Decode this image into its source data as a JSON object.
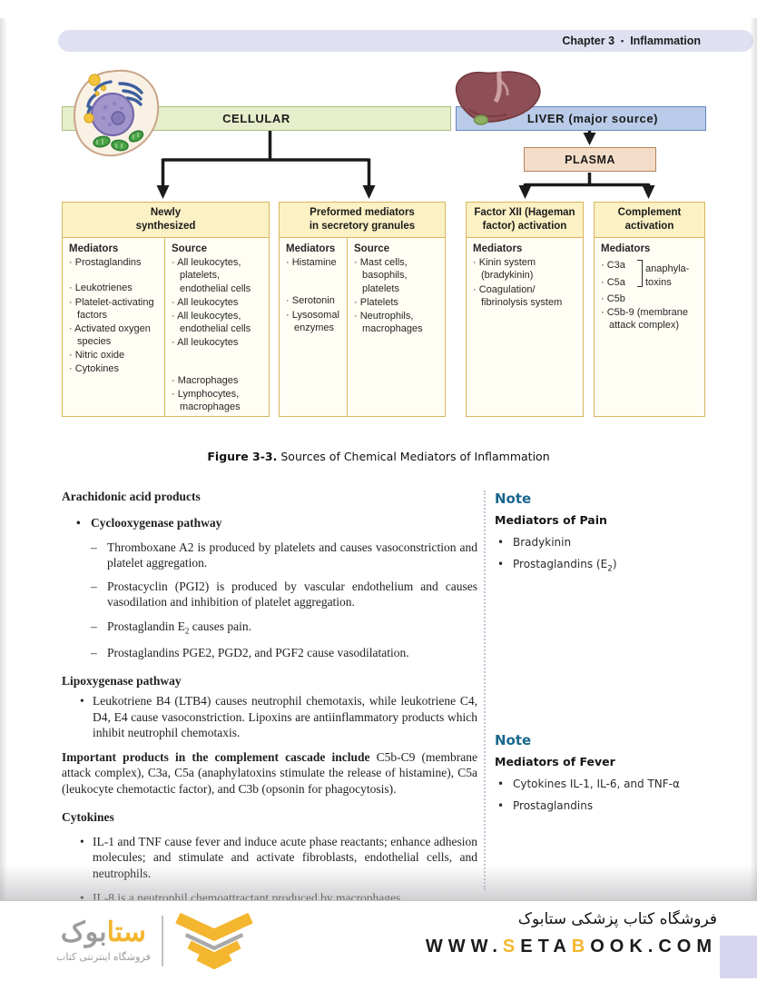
{
  "header": {
    "chapter": "Chapter 3",
    "separator": "•",
    "title": "Inflammation"
  },
  "figure": {
    "cellular_label": "CELLULAR",
    "liver_label": "LIVER (major source)",
    "plasma_label": "PLASMA",
    "boxes": [
      {
        "title_lines": [
          "Newly",
          "synthesized"
        ],
        "col1_header": "Mediators",
        "col2_header": "Source",
        "mediators": [
          "Prostaglandins",
          "Leukotrienes",
          "Platelet-activating factors",
          "Activated oxygen species",
          "Nitric oxide",
          "Cytokines"
        ],
        "sources": [
          "All leukocytes, platelets, endothelial cells",
          "All leukocytes",
          "All leukocytes, endothelial cells",
          "All leukocytes",
          "Macrophages",
          "Lymphocytes, macrophages"
        ]
      },
      {
        "title_lines": [
          "Preformed mediators",
          "in secretory granules"
        ],
        "col1_header": "Mediators",
        "col2_header": "Source",
        "mediators": [
          "Histamine",
          "Serotonin",
          "Lysosomal enzymes"
        ],
        "sources": [
          "Mast cells, basophils, platelets",
          "Platelets",
          "Neutrophils, macrophages"
        ]
      },
      {
        "title_lines": [
          "Factor XII (Hageman",
          "factor) activation"
        ],
        "col1_header": "Mediators",
        "mediators": [
          "Kinin system (bradykinin)",
          "Coagulation/ fibrinolysis system"
        ]
      },
      {
        "title_lines": [
          "Complement",
          "activation"
        ],
        "col1_header": "Mediators",
        "mediators": [
          "C3a",
          "C5a",
          "C5b",
          "C5b-9 (membrane attack complex)"
        ],
        "bracket_label_lines": [
          "anaphyla-",
          "toxins"
        ]
      }
    ],
    "caption": {
      "label": "Figure 3-3.",
      "text": "Sources of Chemical Mediators of Inflammation"
    }
  },
  "main": {
    "h_arachidonic": "Arachidonic acid products",
    "cyclo_heading": "Cyclooxygenase pathway",
    "dash_thromboxane": "Thromboxane A2 is produced by platelets and causes vasoconstriction and platelet aggregation.",
    "dash_prostacyclin": "Prostacyclin (PGI2) is produced by vascular endothelium and causes vasodilation and inhibition of platelet aggregation.",
    "dash_pge": {
      "pre": "Prostaglandin E",
      "sub": "2",
      "post": " causes pain."
    },
    "dash_pgs": "Prostaglandins PGE2, PGD2, and PGF2 cause vasodilatation.",
    "h_lipoxygenase": "Lipoxygenase pathway",
    "lipoxygenase_bullet": "Leukotriene B4 (LTB4) causes neutrophil chemotaxis, while leukotriene C4, D4, E4 cause vasoconstriction. Lipoxins are antiinflammatory products which inhibit neutrophil chemotaxis.",
    "complement_lead": "Important products in the complement cascade include",
    "complement_rest": " C5b-C9 (membrane attack complex), C3a, C5a (anaphylatoxins stimulate the release of histamine), C5a (leukocyte chemotactic factor), and C3b (opsonin for phagocytosis).",
    "h_cytokines": "Cytokines",
    "cytokines_bullets": [
      "IL-1 and TNF cause fever and induce acute phase reactants; enhance adhesion molecules; and stimulate and activate fibroblasts, endothelial cells, and neutrophils.",
      "IL-8 is a neutrophil chemoattractant produced by macrophages."
    ]
  },
  "notes": [
    {
      "title": "Note",
      "subtitle": "Mediators of Pain",
      "items": [
        {
          "pre": "Bradykinin"
        },
        {
          "pre": "Prostaglandins (E",
          "sub": "2",
          "post": ")"
        }
      ]
    },
    {
      "title": "Note",
      "subtitle": "Mediators of Fever",
      "items": [
        {
          "pre": "Cytokines IL-1, IL-6, and TNF-α"
        },
        {
          "pre": "Prostaglandins"
        }
      ]
    }
  ],
  "footer": {
    "logo": {
      "wordmark_primary": "ستا",
      "wordmark_secondary": "بوک",
      "tagline": "فروشگاه اینترنتی کتاب"
    },
    "store_name": "فروشگاه کتاب پزشکی ستابوک",
    "url_parts": [
      "WWW.",
      "S",
      "ETA",
      "B",
      "OOK.COM"
    ]
  },
  "colors": {
    "header_bar": "#dfe0f2",
    "cellular_bg": "#e6eecb",
    "cellular_border": "#a9bf7e",
    "liver_bg": "#b9cbe8",
    "liver_border": "#6487bd",
    "plasma_bg": "#f4ddc8",
    "plasma_border": "#b3845c",
    "box_border": "#d8b75e",
    "box_header_bg": "#fcf1c4",
    "note_blue": "#19678e",
    "brand_yellow": "#f3b62e",
    "brand_gray": "#9c9c9c",
    "corner_lavender": "#d7d5ef"
  }
}
